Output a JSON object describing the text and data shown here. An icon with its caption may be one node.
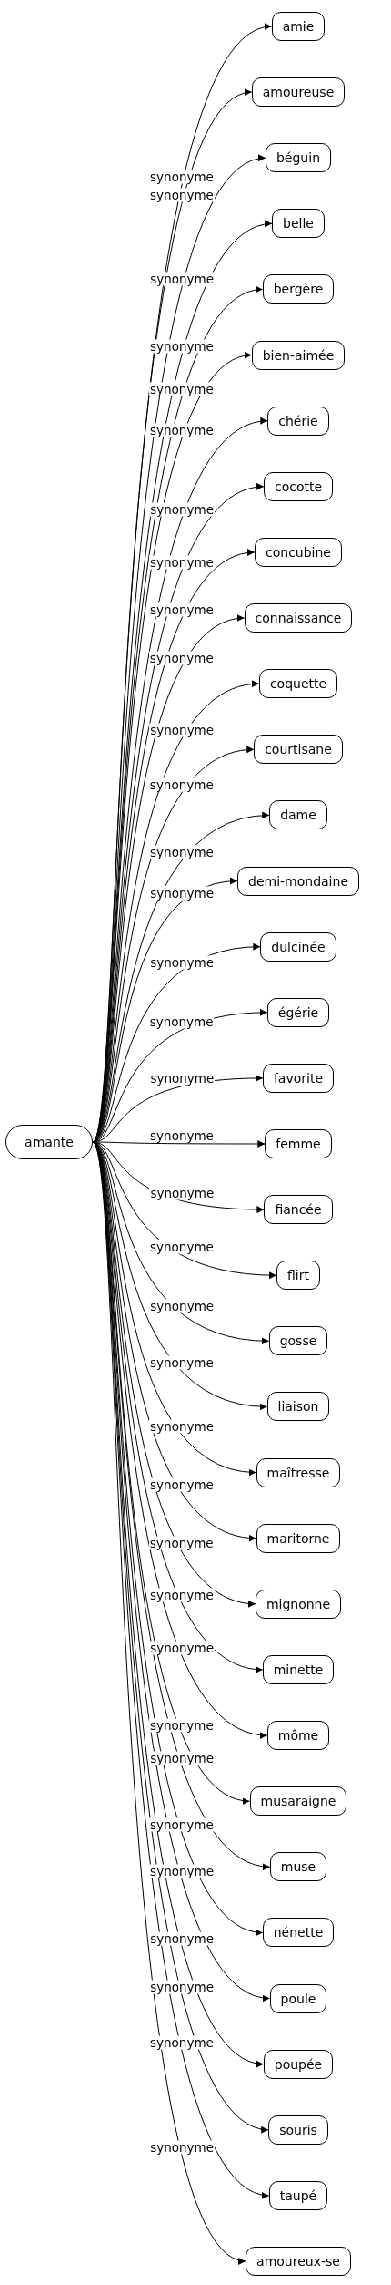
{
  "diagram": {
    "nodes": [
      {
        "text": [
          "amante"
        ]
      },
      {
        "text": [
          "amie"
        ]
      },
      {
        "text": [
          "amoureuse"
        ]
      },
      {
        "text": [
          "béguin"
        ]
      },
      {
        "text": [
          "belle"
        ]
      },
      {
        "text": [
          "bergère"
        ]
      },
      {
        "text": [
          "bien-aimée"
        ]
      },
      {
        "text": [
          "chérie"
        ]
      },
      {
        "text": [
          "cocotte"
        ]
      },
      {
        "text": [
          "concubine"
        ]
      },
      {
        "text": [
          "connaissance"
        ]
      },
      {
        "text": [
          "coquette"
        ]
      },
      {
        "text": [
          "courtisane"
        ]
      },
      {
        "text": [
          "dame"
        ]
      },
      {
        "text": [
          "demi-mondaine"
        ]
      },
      {
        "text": [
          "dulcinée"
        ]
      },
      {
        "text": [
          "égérie"
        ]
      },
      {
        "text": [
          "favorite"
        ]
      },
      {
        "text": [
          "femme"
        ]
      },
      {
        "text": [
          "fiancée"
        ]
      },
      {
        "text": [
          "flirt"
        ]
      },
      {
        "text": [
          "gosse"
        ]
      },
      {
        "text": [
          "liaison"
        ]
      },
      {
        "text": [
          "maîtresse"
        ]
      },
      {
        "text": [
          "maritorne"
        ]
      },
      {
        "text": [
          "mignonne"
        ]
      },
      {
        "text": [
          "minette"
        ]
      },
      {
        "text": [
          "môme"
        ]
      },
      {
        "text": [
          "musaraigne"
        ]
      },
      {
        "text": [
          "muse"
        ]
      },
      {
        "text": [
          "nénette"
        ]
      },
      {
        "text": [
          "poule"
        ]
      },
      {
        "text": [
          "poupée"
        ]
      },
      {
        "text": [
          "souris"
        ]
      },
      {
        "text": [
          "taupé"
        ]
      },
      {
        "text": [
          "amoureux-se"
        ]
      }
    ],
    "edges": [
      {
        "from": 0,
        "to": 1,
        "arrow": "to",
        "label": "synonyme"
      },
      {
        "from": 0,
        "to": 2,
        "arrow": "to",
        "label": "synonyme"
      },
      {
        "from": 0,
        "to": 3,
        "arrow": "to",
        "label": "synonyme"
      },
      {
        "from": 0,
        "to": 4,
        "arrow": "to",
        "label": "synonyme"
      },
      {
        "from": 0,
        "to": 5,
        "arrow": "to",
        "label": "synonyme"
      },
      {
        "from": 0,
        "to": 6,
        "arrow": "to",
        "label": "synonyme"
      },
      {
        "from": 0,
        "to": 7,
        "arrow": "to",
        "label": "synonyme"
      },
      {
        "from": 0,
        "to": 8,
        "arrow": "to",
        "label": "synonyme"
      },
      {
        "from": 0,
        "to": 9,
        "arrow": "to",
        "label": "synonyme"
      },
      {
        "from": 0,
        "to": 10,
        "arrow": "to",
        "label": "synonyme"
      },
      {
        "from": 0,
        "to": 11,
        "arrow": "to",
        "label": "synonyme"
      },
      {
        "from": 0,
        "to": 12,
        "arrow": "to",
        "label": "synonyme"
      },
      {
        "from": 0,
        "to": 13,
        "arrow": "to",
        "label": "synonyme"
      },
      {
        "from": 0,
        "to": 14,
        "arrow": "to",
        "label": "synonyme"
      },
      {
        "from": 0,
        "to": 15,
        "arrow": "to",
        "label": "synonyme"
      },
      {
        "from": 0,
        "to": 16,
        "arrow": "to",
        "label": "synonyme"
      },
      {
        "from": 0,
        "to": 17,
        "arrow": "to",
        "label": "synonyme"
      },
      {
        "from": 0,
        "to": 18,
        "arrow": "to",
        "label": "synonyme"
      },
      {
        "from": 0,
        "to": 19,
        "arrow": "to",
        "label": "synonyme"
      },
      {
        "from": 0,
        "to": 20,
        "arrow": "to",
        "label": "synonyme"
      },
      {
        "from": 0,
        "to": 21,
        "arrow": "to",
        "label": "synonyme"
      },
      {
        "from": 0,
        "to": 22,
        "arrow": "to",
        "label": "synonyme"
      },
      {
        "from": 0,
        "to": 23,
        "arrow": "to",
        "label": "synonyme"
      },
      {
        "from": 0,
        "to": 24,
        "arrow": "to",
        "label": "synonyme"
      },
      {
        "from": 0,
        "to": 25,
        "arrow": "to",
        "label": "synonyme"
      },
      {
        "from": 0,
        "to": 26,
        "arrow": "to",
        "label": "synonyme"
      },
      {
        "from": 0,
        "to": 27,
        "arrow": "to",
        "label": "synonyme"
      },
      {
        "from": 0,
        "to": 28,
        "arrow": "to",
        "label": "synonyme"
      },
      {
        "from": 0,
        "to": 29,
        "arrow": "to",
        "label": "synonyme"
      },
      {
        "from": 0,
        "to": 30,
        "arrow": "to",
        "label": "synonyme"
      },
      {
        "from": 0,
        "to": 31,
        "arrow": "to",
        "label": "synonyme"
      },
      {
        "from": 0,
        "to": 32,
        "arrow": "to",
        "label": "synonyme"
      },
      {
        "from": 0,
        "to": 33,
        "arrow": "to",
        "label": "synonyme"
      },
      {
        "from": 0,
        "to": 34,
        "arrow": "to",
        "label": "synonyme"
      },
      {
        "from": 0,
        "to": 35,
        "arrow": "to",
        "label": "synonyme"
      }
    ]
  }
}
